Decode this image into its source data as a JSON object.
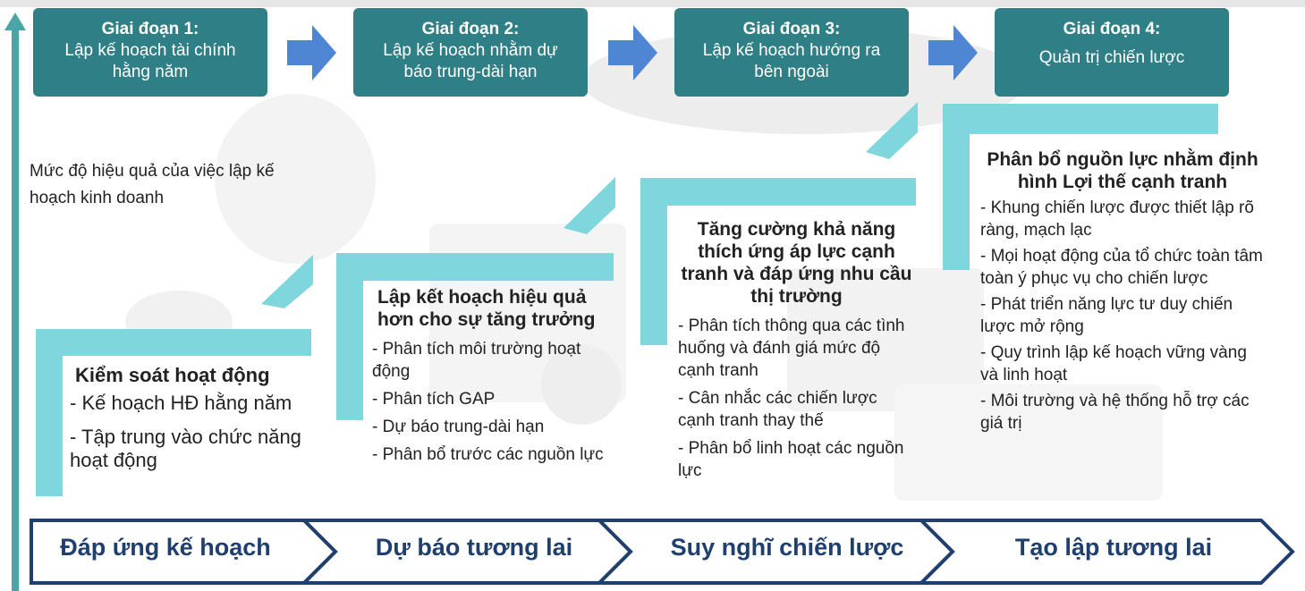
{
  "axis_label": "Mức độ hiệu quả của việc lập kế hoạch kinh doanh",
  "colors": {
    "stage_box": "#2f7f86",
    "flow_arrow": "#4f86d4",
    "step_shape": "#7fd6dd",
    "banner_border": "#1f3f6e",
    "axis_arrow": "#4aa6a6"
  },
  "stages": [
    {
      "title": "Giai đoạn 1:",
      "desc": "Lập kế hoạch tài chính hằng năm"
    },
    {
      "title": "Giai đoạn 2:",
      "desc": "Lập kế hoạch nhằm dự báo trung-dài hạn"
    },
    {
      "title": "Giai đoạn 3:",
      "desc": "Lập kế hoạch hướng ra bên ngoài"
    },
    {
      "title": "Giai đoạn 4:",
      "desc": "Quản trị chiến lược"
    }
  ],
  "steps": [
    {
      "heading": "Kiểm soát hoạt động",
      "items": [
        "- Kế hoạch HĐ hằng năm",
        "- Tập trung vào chức năng hoạt động"
      ]
    },
    {
      "heading": "Lập kết hoạch hiệu quả hơn cho sự tăng trưởng",
      "items": [
        "- Phân tích môi trường hoạt động",
        "- Phân tích GAP",
        "- Dự báo trung-dài hạn",
        "- Phân bổ trước các nguồn lực"
      ]
    },
    {
      "heading": "Tăng cường khả năng thích ứng áp lực cạnh tranh và đáp ứng nhu cầu thị trường",
      "items": [
        "- Phân tích thông qua các tình huống và đánh giá mức độ cạnh tranh",
        "- Cân nhắc các chiến lược cạnh tranh thay thế",
        "- Phân bổ linh hoạt các nguồn lực"
      ]
    },
    {
      "heading": "Phân bổ nguồn lực nhằm định hình Lợi thế cạnh tranh",
      "items": [
        "- Khung chiến lược được thiết lập rõ ràng, mạch lạc",
        "- Mọi hoạt động của tổ chức toàn tâm toàn ý phục vụ cho chiến lược",
        "- Phát triển năng lực tư duy chiến lược mở rộng",
        "- Quy trình lập kế hoạch vững vàng và linh hoạt",
        "- Môi trường và hệ thống hỗ trợ các giá trị"
      ]
    }
  ],
  "banner": [
    "Đáp ứng kế hoạch",
    "Dự báo tương lai",
    "Suy nghĩ chiến lược",
    "Tạo lập tương lai"
  ]
}
